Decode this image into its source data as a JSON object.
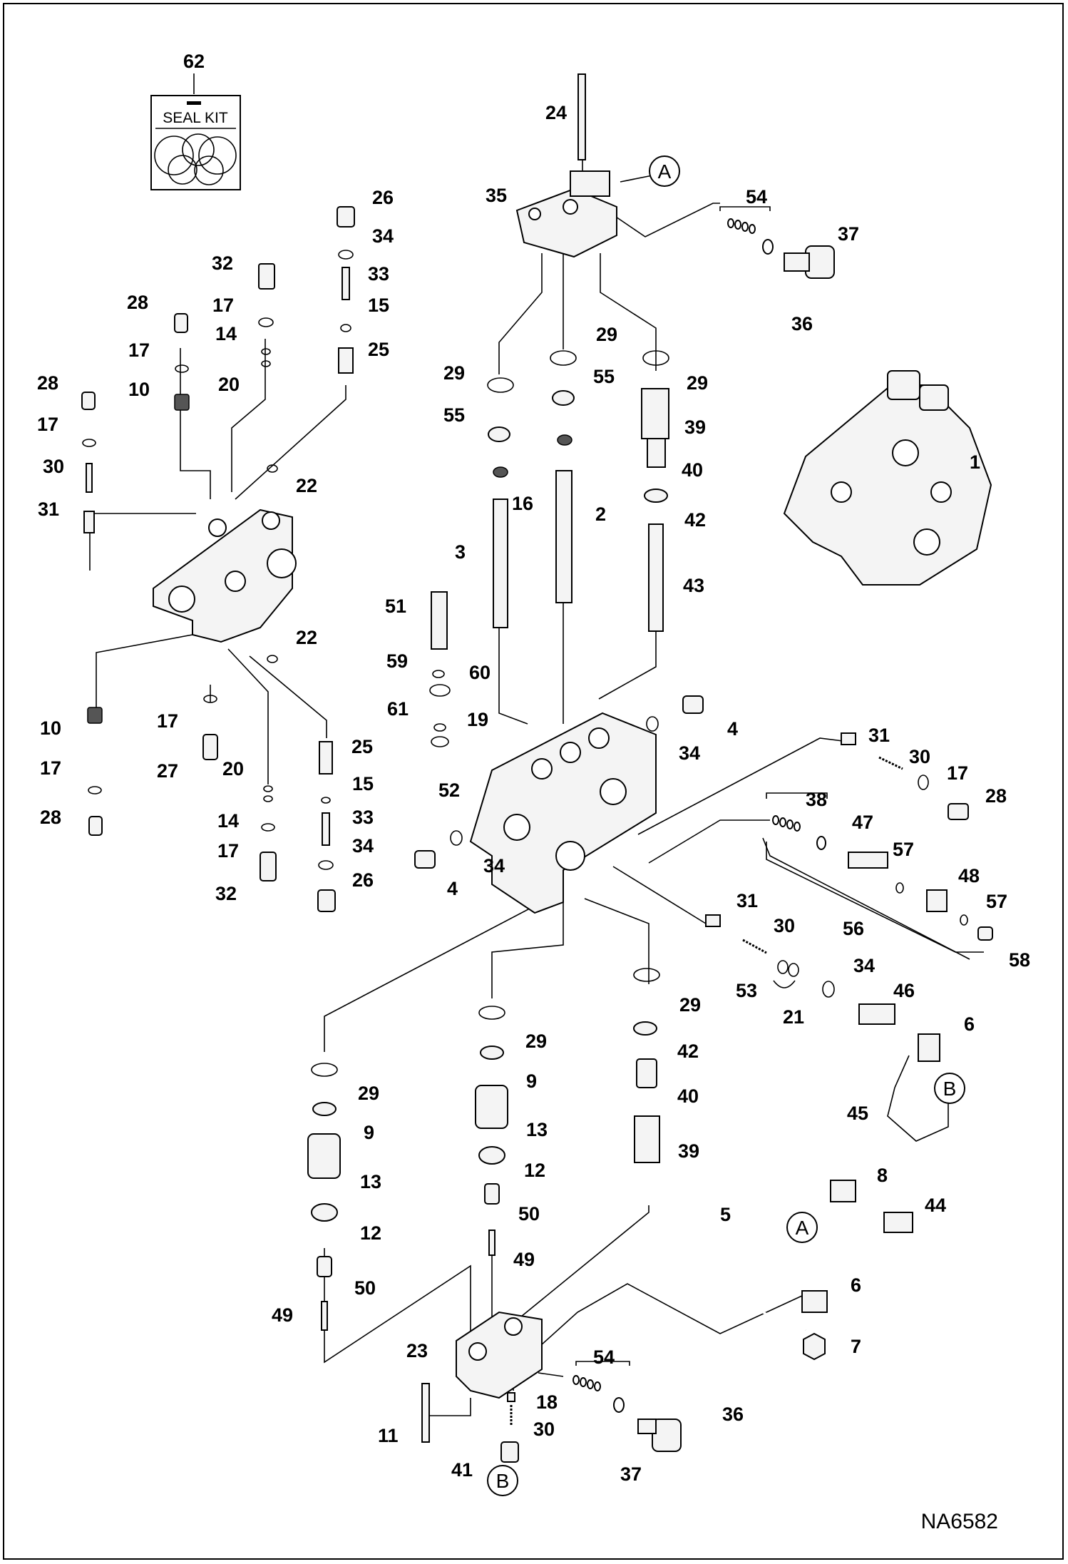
{
  "seal_kit": {
    "number": "62",
    "label": "SEAL KIT"
  },
  "drawing_code": "NA6582",
  "reference_markers": [
    "A",
    "B"
  ],
  "callouts": [
    "1",
    "2",
    "3",
    "4",
    "5",
    "6",
    "7",
    "8",
    "9",
    "10",
    "11",
    "12",
    "13",
    "14",
    "15",
    "16",
    "17",
    "18",
    "19",
    "20",
    "21",
    "22",
    "23",
    "24",
    "25",
    "26",
    "27",
    "28",
    "29",
    "30",
    "31",
    "32",
    "33",
    "34",
    "35",
    "36",
    "37",
    "38",
    "39",
    "40",
    "41",
    "42",
    "43",
    "44",
    "45",
    "46",
    "47",
    "48",
    "49",
    "50",
    "51",
    "52",
    "53",
    "54",
    "55",
    "56",
    "57",
    "58",
    "59",
    "60",
    "61"
  ]
}
